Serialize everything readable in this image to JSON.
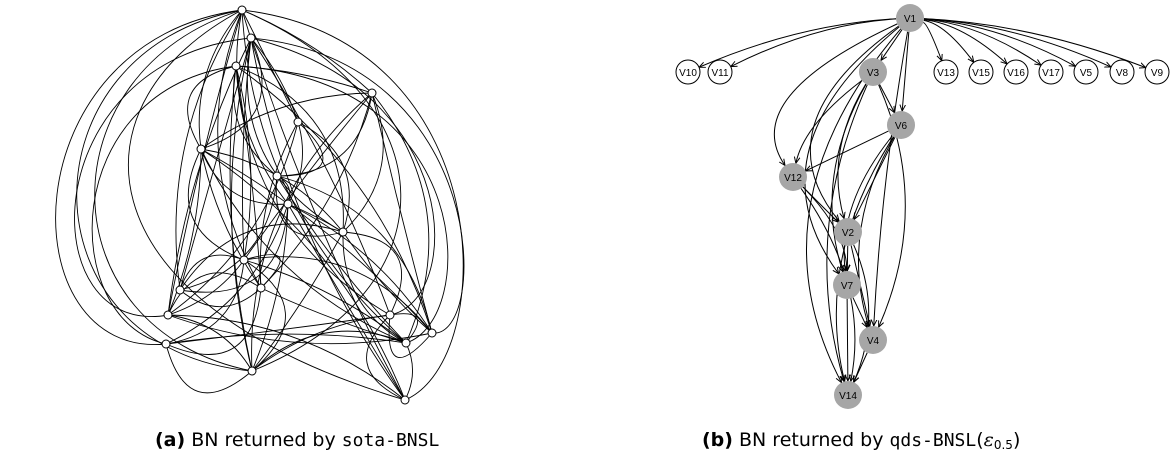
{
  "panel_a": {
    "caption_label": "(a)",
    "caption_text": "BN returned by ",
    "caption_method": "sota-BNSL"
  },
  "panel_b": {
    "caption_label": "(b)",
    "caption_text": "BN returned by ",
    "caption_method": "qds-BNSL",
    "caption_open": "(",
    "caption_eps": "ε",
    "caption_sub": "0.5",
    "caption_close": ")",
    "nodes": [
      {
        "id": "V1",
        "highlighted": true
      },
      {
        "id": "V3",
        "highlighted": true
      },
      {
        "id": "V6",
        "highlighted": true
      },
      {
        "id": "V12",
        "highlighted": true
      },
      {
        "id": "V2",
        "highlighted": true
      },
      {
        "id": "V7",
        "highlighted": true
      },
      {
        "id": "V4",
        "highlighted": true
      },
      {
        "id": "V14",
        "highlighted": true
      },
      {
        "id": "V10",
        "highlighted": false
      },
      {
        "id": "V11",
        "highlighted": false
      },
      {
        "id": "V13",
        "highlighted": false
      },
      {
        "id": "V15",
        "highlighted": false
      },
      {
        "id": "V16",
        "highlighted": false
      },
      {
        "id": "V17",
        "highlighted": false
      },
      {
        "id": "V5",
        "highlighted": false
      },
      {
        "id": "V8",
        "highlighted": false
      },
      {
        "id": "V9",
        "highlighted": false
      }
    ],
    "edges": [
      [
        "V1",
        "V10"
      ],
      [
        "V1",
        "V11"
      ],
      [
        "V1",
        "V13"
      ],
      [
        "V1",
        "V15"
      ],
      [
        "V1",
        "V16"
      ],
      [
        "V1",
        "V17"
      ],
      [
        "V1",
        "V5"
      ],
      [
        "V1",
        "V8"
      ],
      [
        "V1",
        "V9"
      ],
      [
        "V1",
        "V3"
      ],
      [
        "V1",
        "V6"
      ],
      [
        "V1",
        "V12"
      ],
      [
        "V1",
        "V2"
      ],
      [
        "V1",
        "V7"
      ],
      [
        "V1",
        "V4"
      ],
      [
        "V1",
        "V14"
      ],
      [
        "V3",
        "V6"
      ],
      [
        "V3",
        "V12"
      ],
      [
        "V3",
        "V2"
      ],
      [
        "V3",
        "V7"
      ],
      [
        "V3",
        "V4"
      ],
      [
        "V3",
        "V14"
      ],
      [
        "V6",
        "V12"
      ],
      [
        "V6",
        "V2"
      ],
      [
        "V6",
        "V7"
      ],
      [
        "V6",
        "V4"
      ],
      [
        "V6",
        "V14"
      ],
      [
        "V12",
        "V2"
      ],
      [
        "V12",
        "V7"
      ],
      [
        "V12",
        "V14"
      ],
      [
        "V2",
        "V7"
      ],
      [
        "V2",
        "V4"
      ],
      [
        "V2",
        "V14"
      ],
      [
        "V7",
        "V4"
      ],
      [
        "V7",
        "V14"
      ],
      [
        "V4",
        "V14"
      ]
    ]
  },
  "colors": {
    "highlighted_fill": "#a6a6a6",
    "plain_fill": "#ffffff",
    "edge": "#000000"
  }
}
